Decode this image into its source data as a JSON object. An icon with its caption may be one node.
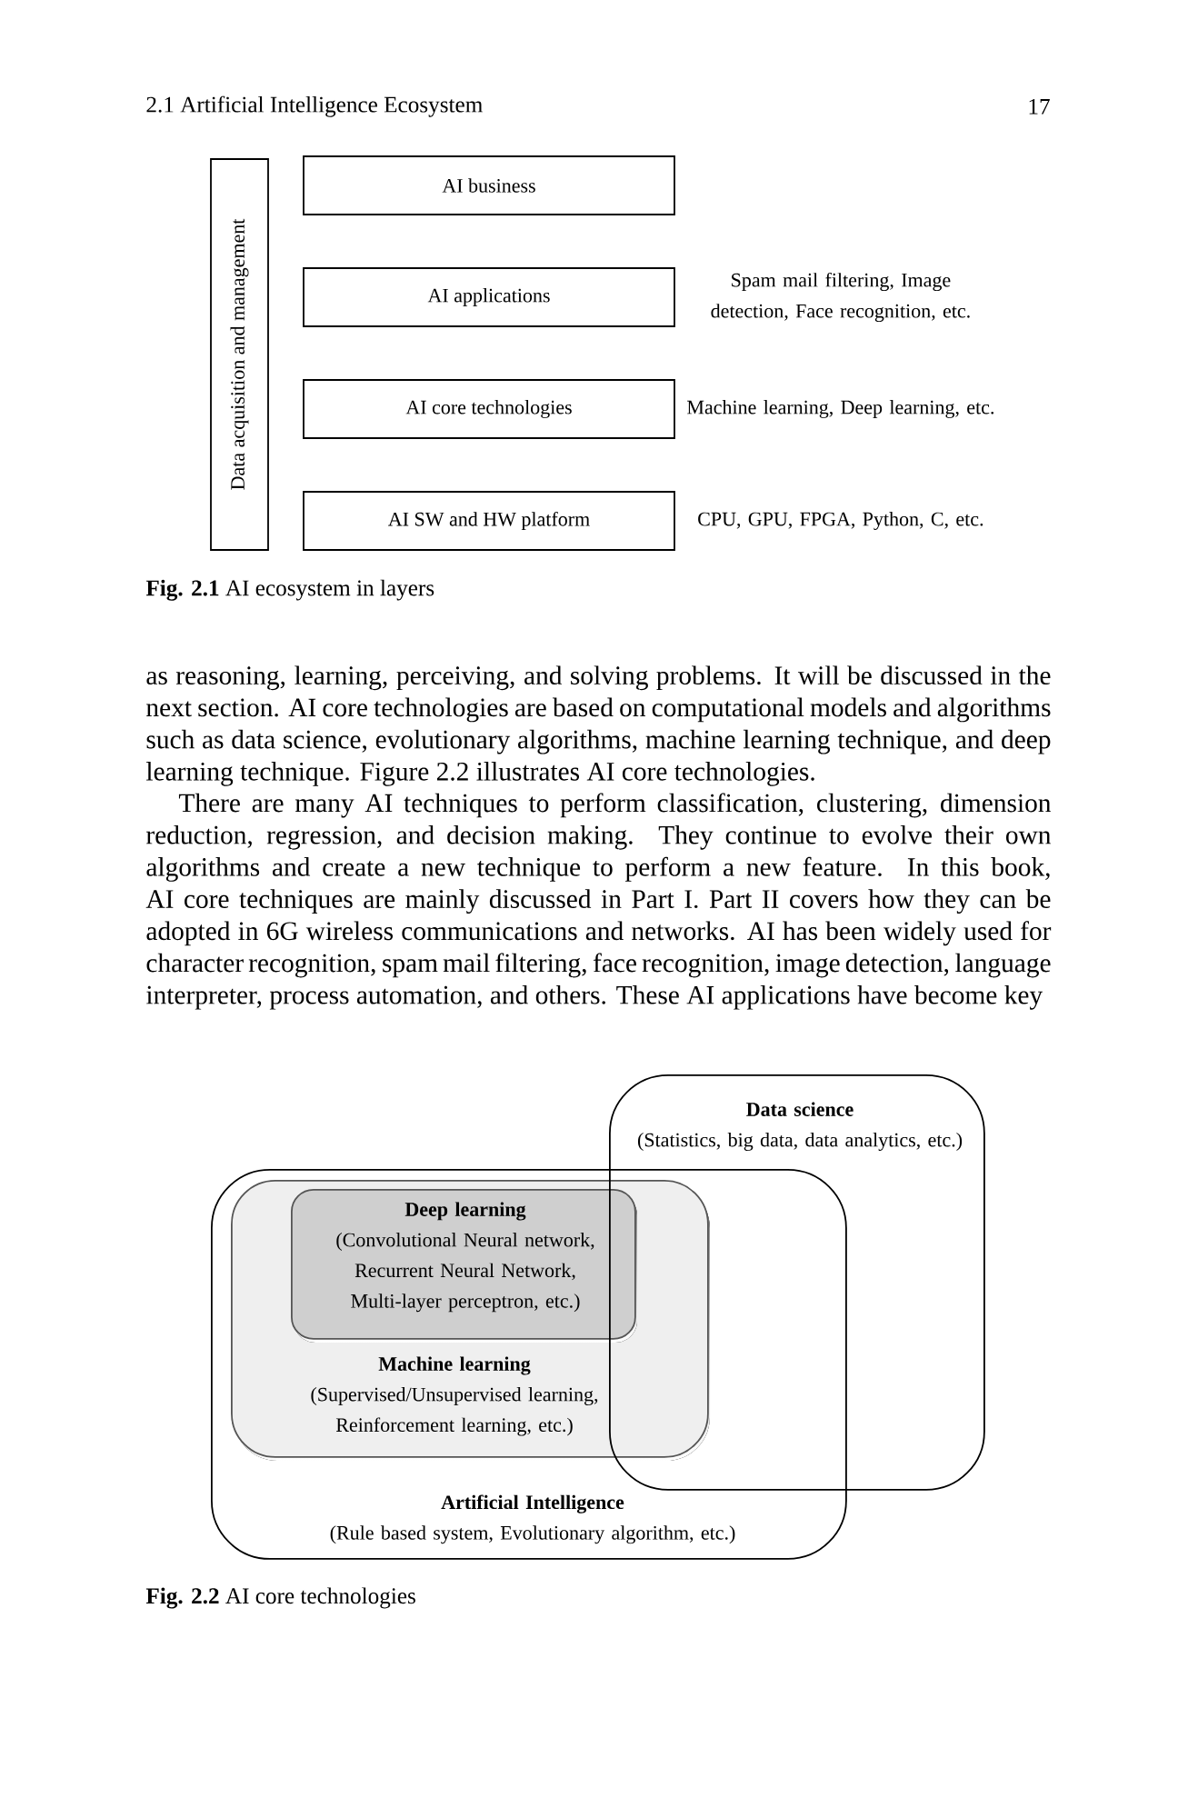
{
  "diagram": {
    "nodes": [
      {
        "text": [
          "Data acquisition and management"
        ]
      },
      {
        "text": [
          "AI business"
        ]
      },
      {
        "text": [
          "AI applications"
        ],
        "beside": [
          "Spam mail filtering, Image detection, Face recognition, etc."
        ]
      },
      {
        "text": [
          "AI core technologies"
        ],
        "beside": [
          "Machine learning, Deep learning, etc."
        ]
      },
      {
        "text": [
          "AI SW and HW platform"
        ],
        "beside": [
          "CPU, GPU, FPGA, Python, C, etc."
        ]
      },
      {
        "text": [
          "Data science",
          "(Statistics, big data, data analytics, etc.)"
        ]
      },
      {
        "text": [
          "Artificial Intelligence",
          "(Rule based system, Evolutionary algorithm, etc.)"
        ]
      },
      {
        "text": [
          "Machine learning",
          "(Supervised/Unsupervised learning, Reinforcement learning, etc.)"
        ],
        "in": 6
      },
      {
        "text": [
          "Deep learning",
          "(Convolutional Neural network, Recurrent Neural Network, Multi-layer perceptron, etc.)"
        ],
        "in": 7
      }
    ],
    "labels": [
      "2.1 Artificial Intelligence Ecosystem",
      "17",
      "**Fig. 2.1** AI ecosystem in layers",
      "as reasoning, learning, perceiving, and solving problems. It will be discussed in the next section. AI core technologies are based on computational models and algorithms such as data science, evolutionary algorithms, machine learning technique, and deep learning technique. Figure 2.2 illustrates AI core technologies.",
      "There are many AI techniques to perform classification, clustering, dimension reduction, regression, and decision making. They continue to evolve their own algorithms and create a new technique to perform a new feature. In this book, AI core techniques are mainly discussed in Part I. Part II covers how they can be adopted in 6G wireless communications and networks. AI has been widely used for character recognition, spam mail filtering, face recognition, image detection, language interpreter, process automation, and others. These AI applications have become key",
      "**Fig. 2.2** AI core technologies"
    ]
  }
}
